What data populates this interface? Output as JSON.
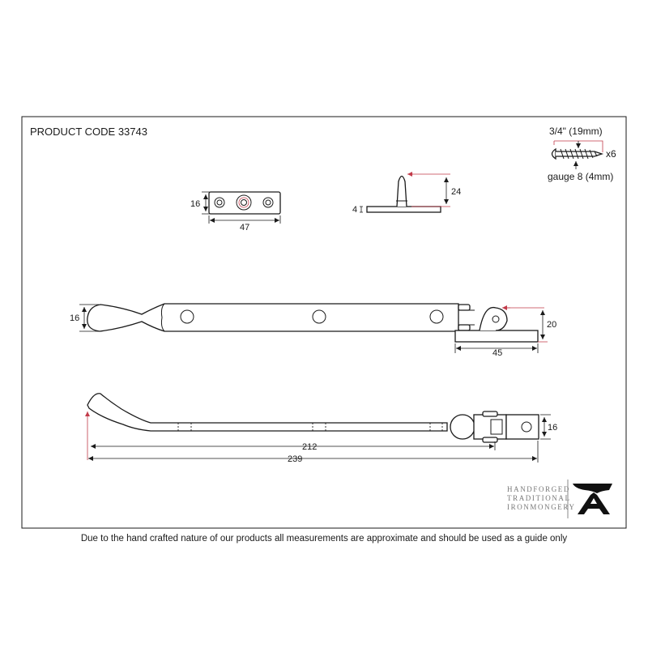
{
  "product_code": "PRODUCT CODE 33743",
  "screw": {
    "length": "3/4\" (19mm)",
    "quantity": "x6",
    "gauge": "gauge 8 (4mm)"
  },
  "keep_plate": {
    "height": "16",
    "width": "47"
  },
  "pin": {
    "height": "24",
    "base": "4"
  },
  "stay_top": {
    "handle_height": "16",
    "bracket_height": "20",
    "bracket_width": "45"
  },
  "stay_side": {
    "height": "16",
    "inner_length": "212",
    "overall_length": "239"
  },
  "brand": {
    "line1": "HANDFORGED",
    "line2": "TRADITIONAL",
    "line3": "IRONMONGERY",
    "logo": "anvil-a-logo"
  },
  "disclaimer": "Due to the hand crafted nature of our products all measurements are approximate and should be used as a guide only",
  "colors": {
    "line": "#1a1a1a",
    "accent": "#c23b4a",
    "brand": "#777777"
  }
}
